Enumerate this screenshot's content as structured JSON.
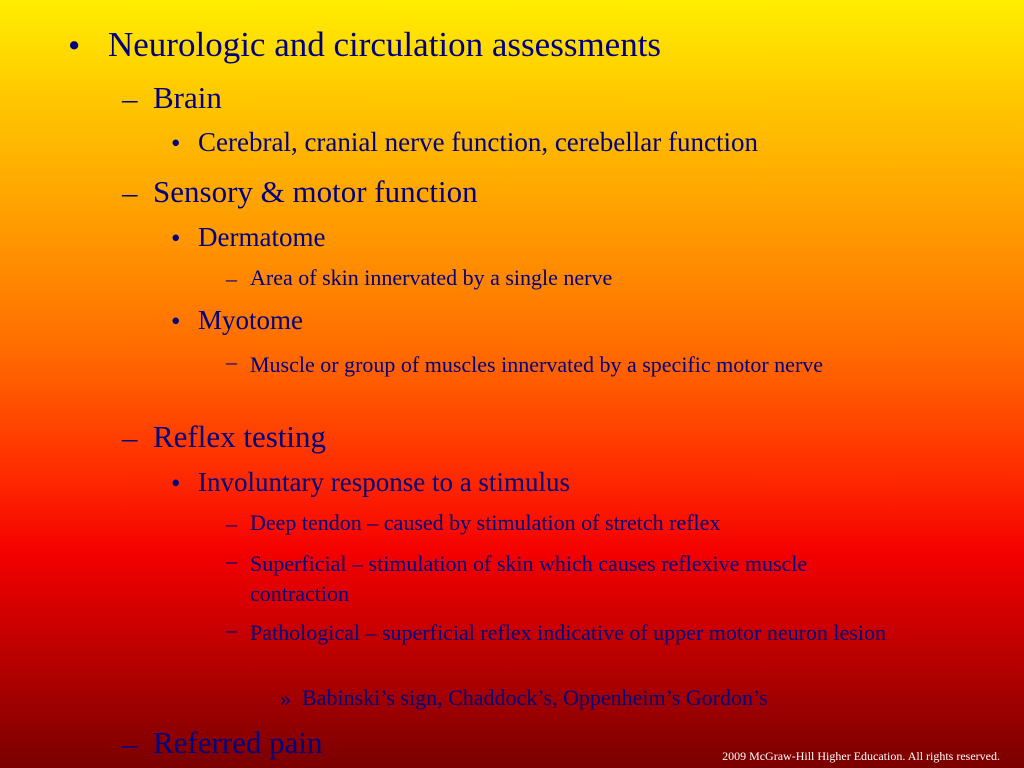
{
  "slide": {
    "items": [
      {
        "marker": "•",
        "text": "Neurologic and circulation assessments"
      },
      {
        "marker": "–",
        "text": "Brain"
      },
      {
        "marker": "•",
        "text": "Cerebral, cranial nerve function, cerebellar function"
      },
      {
        "marker": "–",
        "text": "Sensory & motor function"
      },
      {
        "marker": "•",
        "text": "Dermatome"
      },
      {
        "marker": "–",
        "text": "Area of skin innervated by a single nerve"
      },
      {
        "marker": "•",
        "text": "Myotome"
      },
      {
        "marker": "–",
        "text": "Muscle or group of muscles innervated by a specific motor nerve"
      },
      {
        "marker": "–",
        "text": "Reflex testing"
      },
      {
        "marker": "•",
        "text": "Involuntary response to a stimulus"
      },
      {
        "marker": "–",
        "text": "Deep tendon – caused by stimulation of stretch reflex"
      },
      {
        "marker": "–",
        "text": "Superficial – stimulation of skin which causes reflexive muscle contraction"
      },
      {
        "marker": "–",
        "text": "Pathological – superficial reflex indicative of upper motor neuron lesion"
      },
      {
        "marker": "»",
        "text": "Babinski’s sign, Chaddock’s, Oppenheim’s Gordon’s"
      },
      {
        "marker": "–",
        "text": "Referred pain"
      }
    ],
    "footer": "2009 McGraw-Hill Higher Education.  All rights reserved."
  },
  "colors": {
    "text": "#000080",
    "footer": "#ffffff",
    "background_top": "#ffee00",
    "background_bottom": "#7a0000"
  }
}
